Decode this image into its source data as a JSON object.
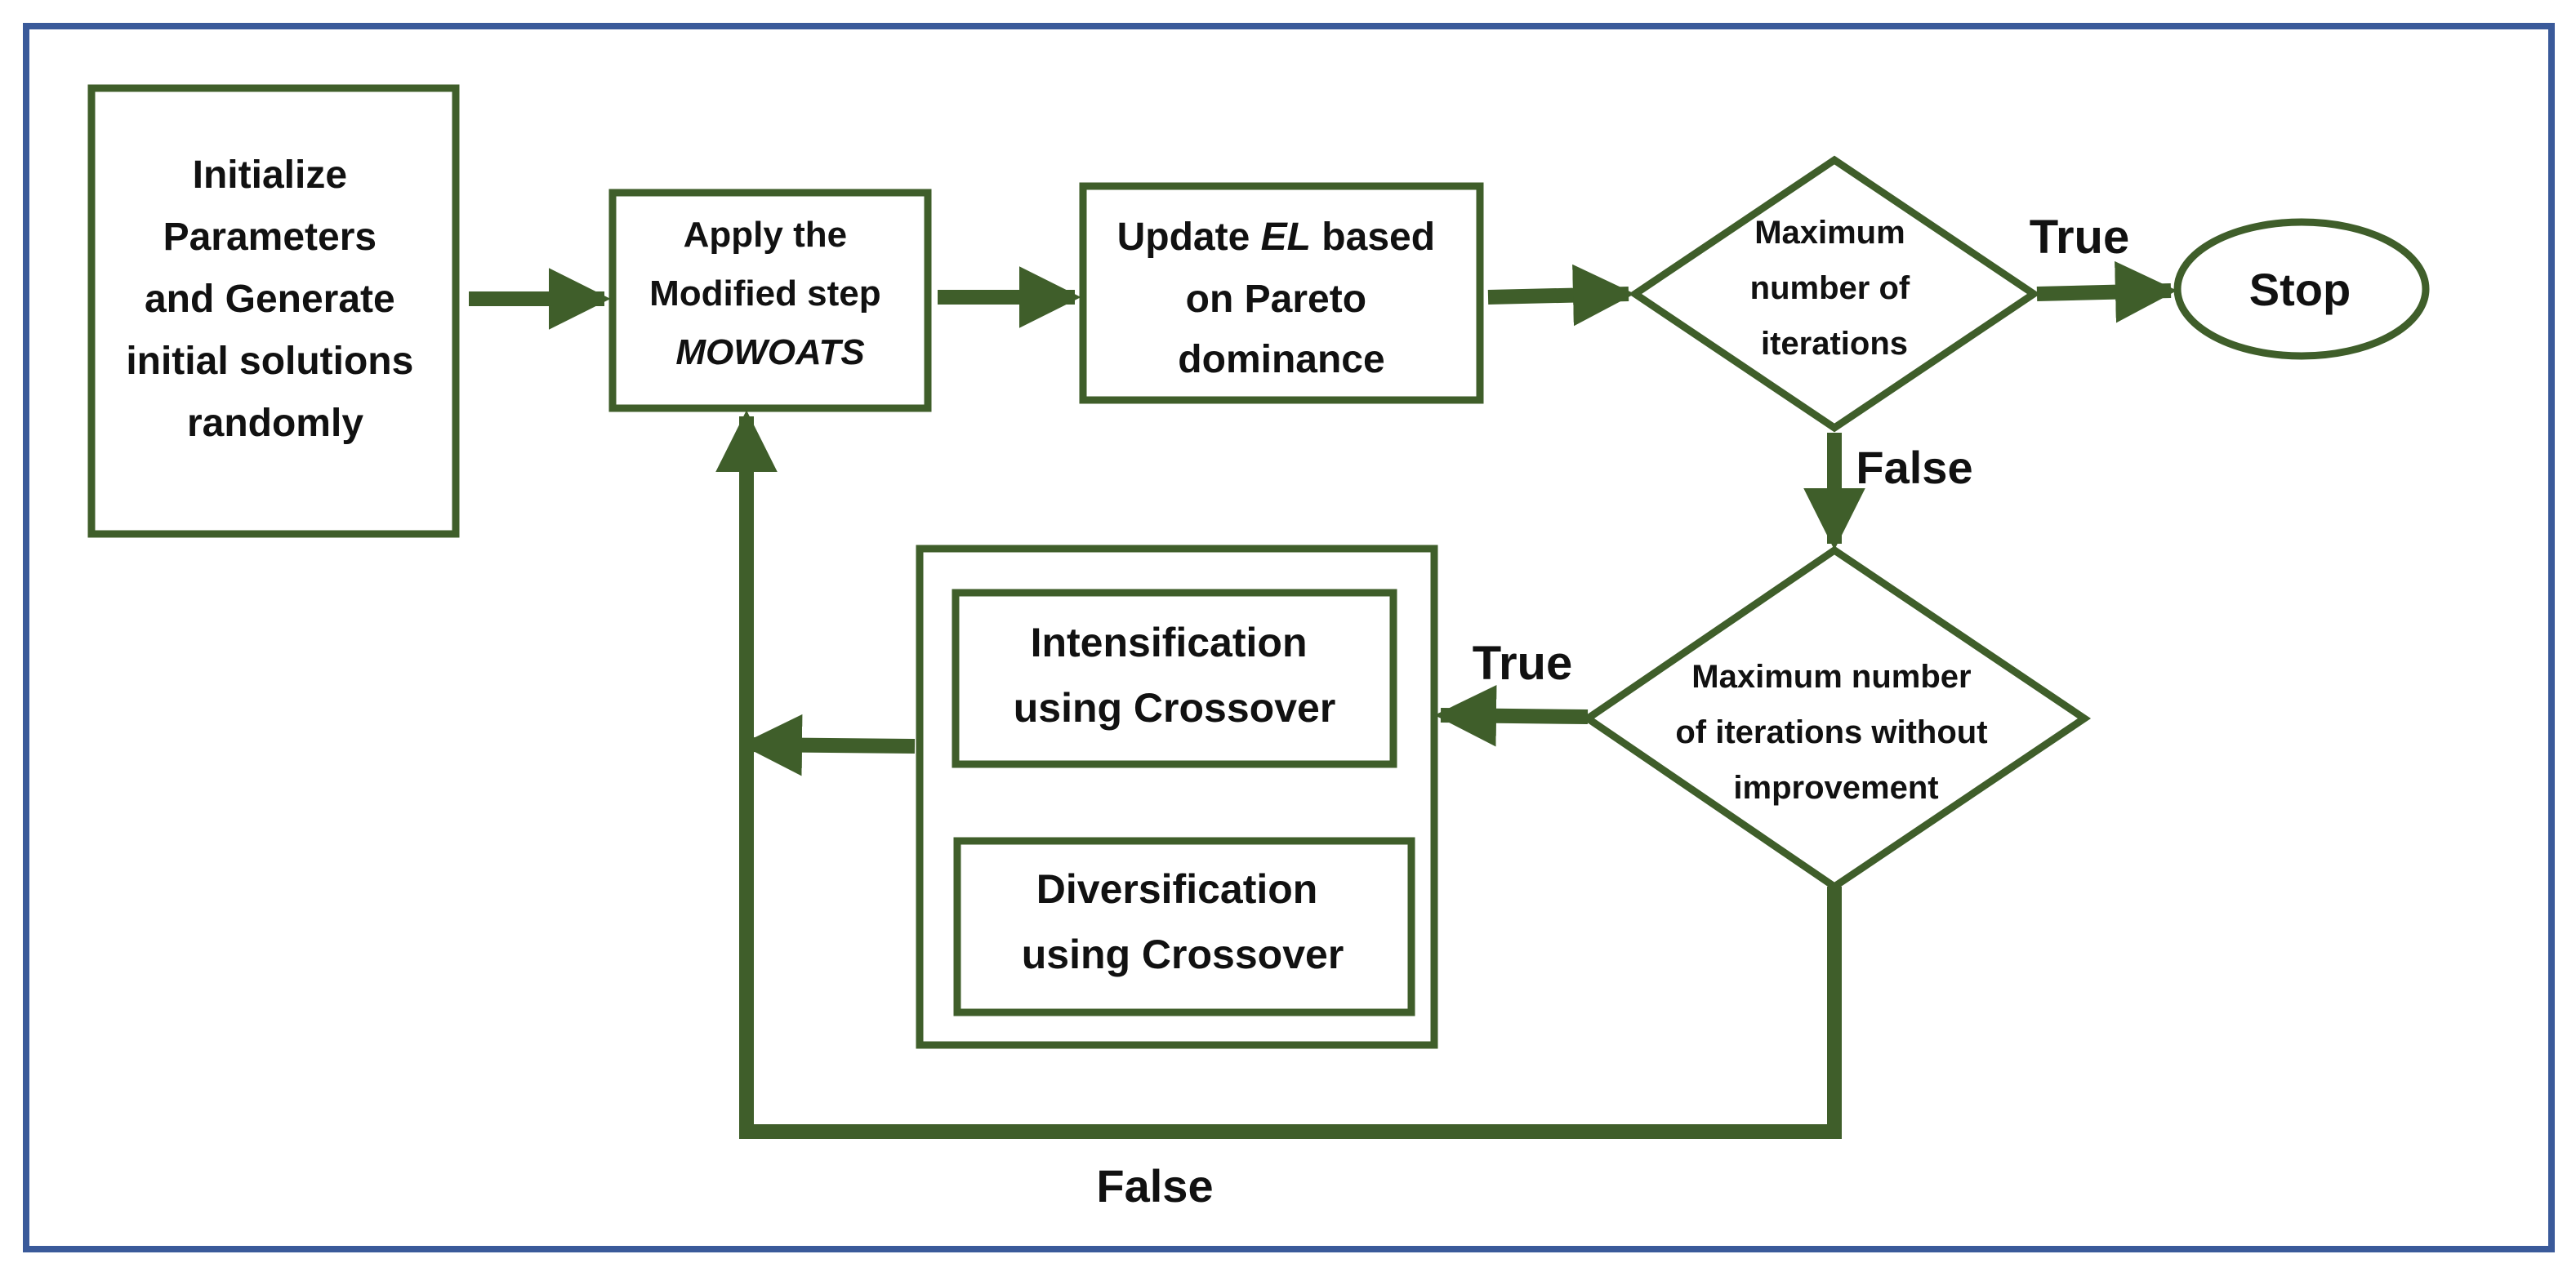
{
  "colors": {
    "frame": "#3a5a9a",
    "node_stroke": "#3f5e2a",
    "arrow": "#3f5e2a",
    "text": "#111111",
    "background": "#ffffff"
  },
  "nodes": {
    "init": {
      "shape": "rectangle",
      "lines": [
        "Initialize",
        "Parameters",
        "and Generate",
        "initial solutions",
        "randomly"
      ]
    },
    "apply": {
      "shape": "rectangle",
      "line1": "Apply the",
      "line2": "Modified step",
      "line3": "MOWOATS"
    },
    "update": {
      "shape": "rectangle",
      "line1_pre": "Update ",
      "line1_em": "EL",
      "line1_post": " based",
      "line2": "on Pareto",
      "line3": "dominance"
    },
    "max_iter": {
      "shape": "diamond",
      "lines": [
        "Maximum",
        "number of",
        "iterations"
      ]
    },
    "stop": {
      "shape": "ellipse",
      "label": "Stop"
    },
    "max_no_improve": {
      "shape": "diamond",
      "lines": [
        "Maximum number",
        "of iterations without",
        "improvement"
      ]
    },
    "crossover_group": {
      "shape": "rectangle"
    },
    "intensification": {
      "shape": "rectangle",
      "lines": [
        "Intensification",
        "using Crossover"
      ]
    },
    "diversification": {
      "shape": "rectangle",
      "lines": [
        "Diversification",
        "using Crossover"
      ]
    }
  },
  "edges": {
    "max_iter_true": "True",
    "max_iter_false": "False",
    "no_improve_true": "True",
    "no_improve_false": "False"
  }
}
